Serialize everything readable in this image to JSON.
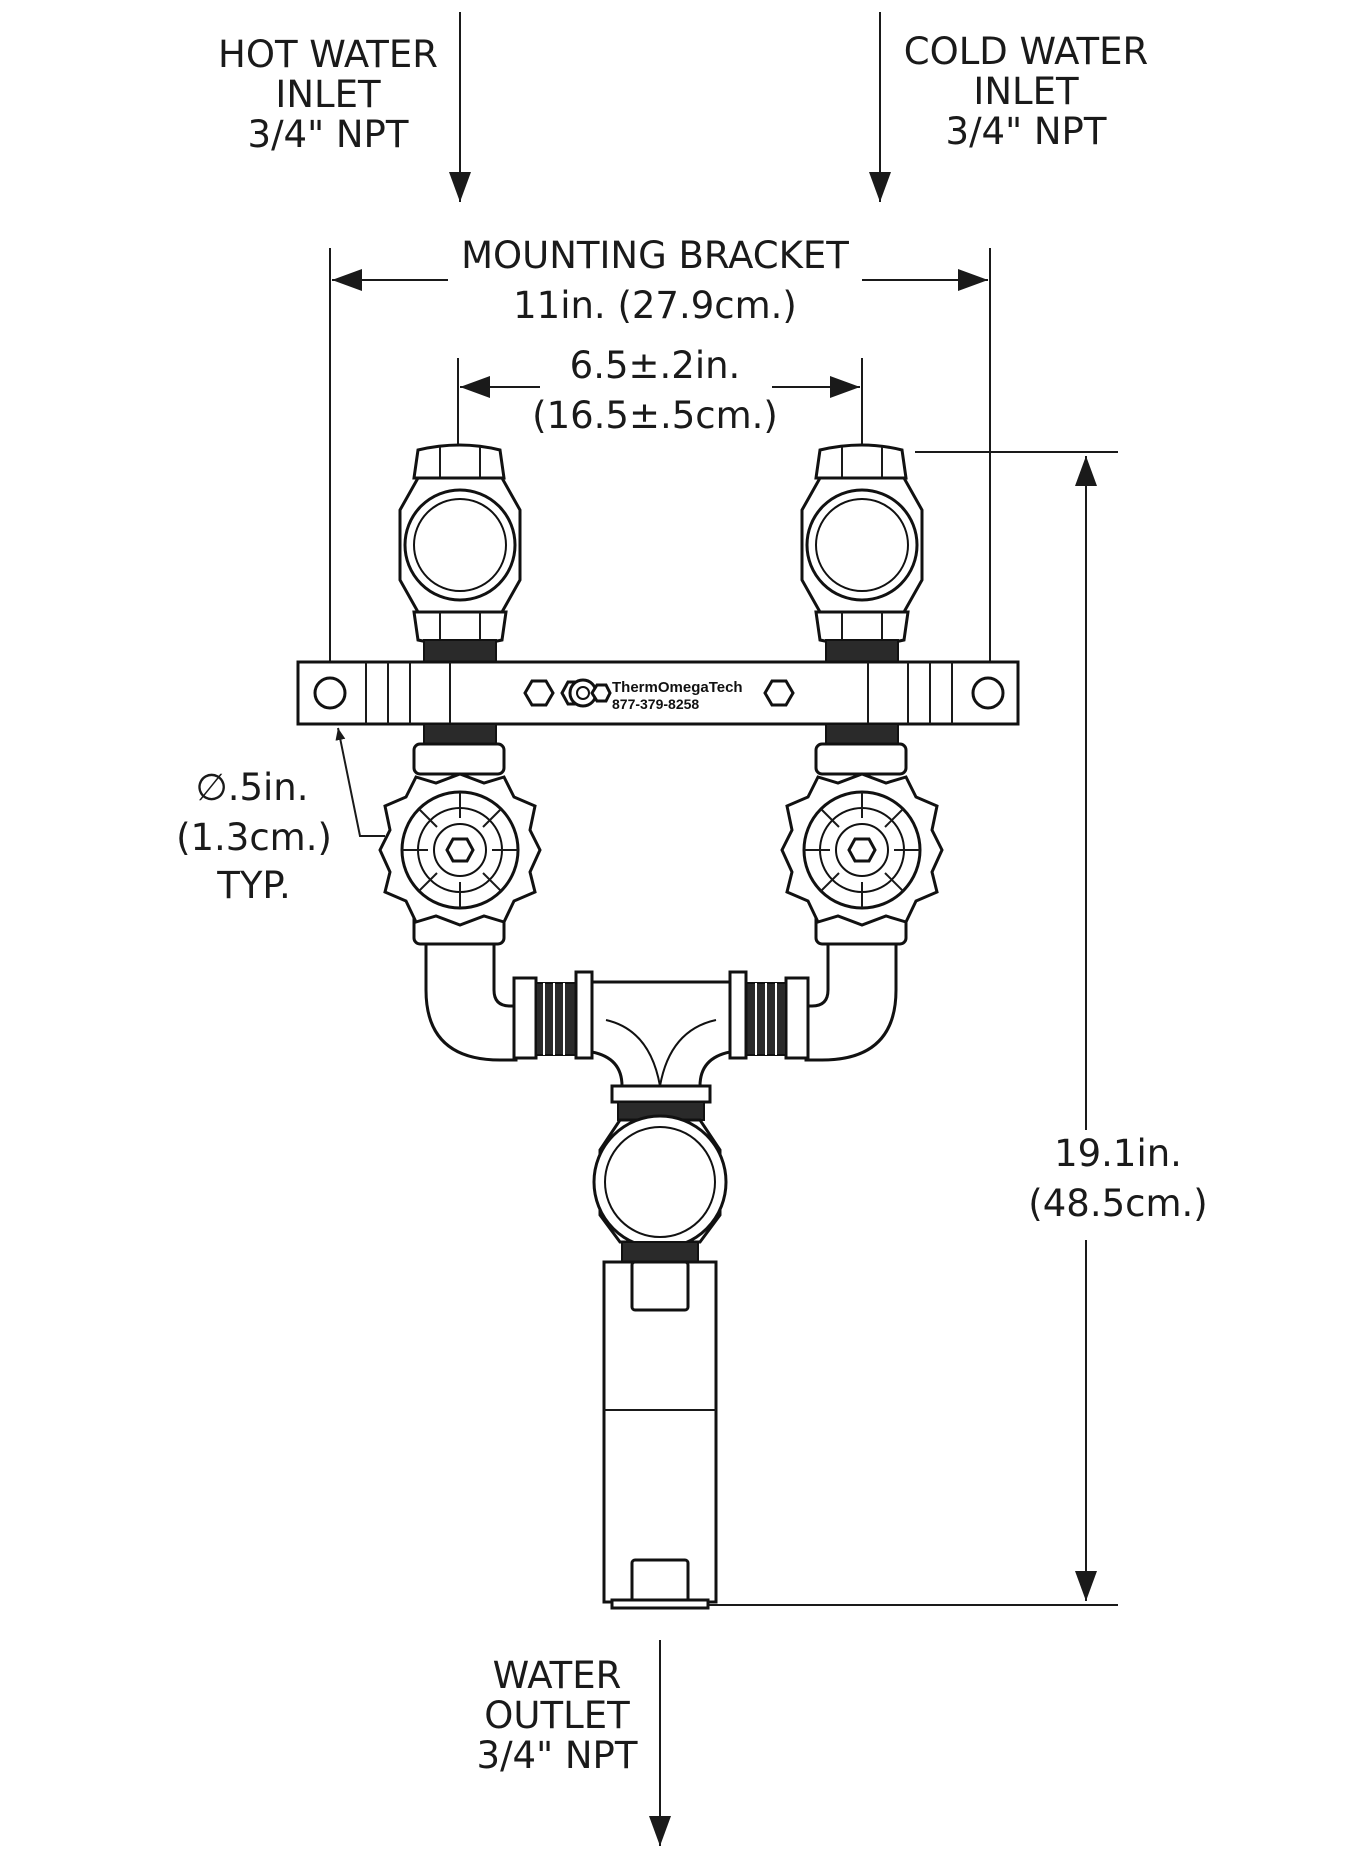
{
  "inlets": {
    "hot": {
      "line1": "HOT WATER",
      "line2": "INLET",
      "line3": "3/4\" NPT"
    },
    "cold": {
      "line1": "COLD WATER",
      "line2": "INLET",
      "line3": "3/4\" NPT"
    }
  },
  "outlet": {
    "line1": "WATER",
    "line2": "OUTLET",
    "line3": "3/4\" NPT"
  },
  "dimensions": {
    "bracket": {
      "line1": "MOUNTING BRACKET",
      "line2": "11in. (27.9cm.)"
    },
    "inlet_spacing": {
      "line1": "6.5±.2in.",
      "line2": "(16.5±.5cm.)"
    },
    "hole": {
      "line1": "∅.5in.",
      "line2": "(1.3cm.)",
      "line3": "TYP."
    },
    "height": {
      "line1": "19.1in.",
      "line2": "(48.5cm.)"
    }
  },
  "brand": {
    "name": "ThermOmegaTech",
    "phone": "877-379-8258"
  },
  "colors": {
    "ink": "#1a1a1a",
    "background": "#ffffff"
  }
}
